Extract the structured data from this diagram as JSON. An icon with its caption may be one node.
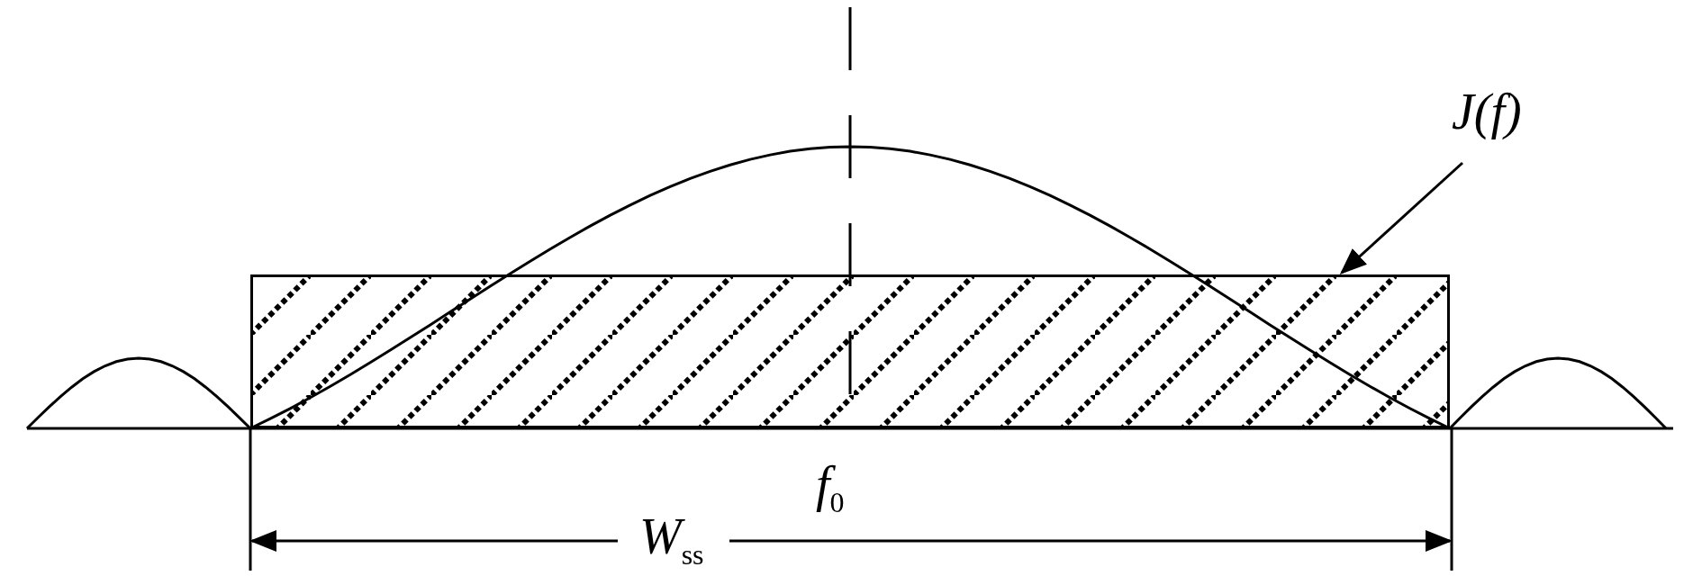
{
  "diagram": {
    "nodes": [
      {
        "text": [
          "J(f)"
        ]
      },
      {
        "text": [],
        "shape": "box"
      }
    ],
    "edges": [
      {
        "from": 0,
        "to": 1,
        "arrow": "to"
      }
    ],
    "labels": [
      "f$_{0}$",
      "W$_{ss}$"
    ]
  }
}
